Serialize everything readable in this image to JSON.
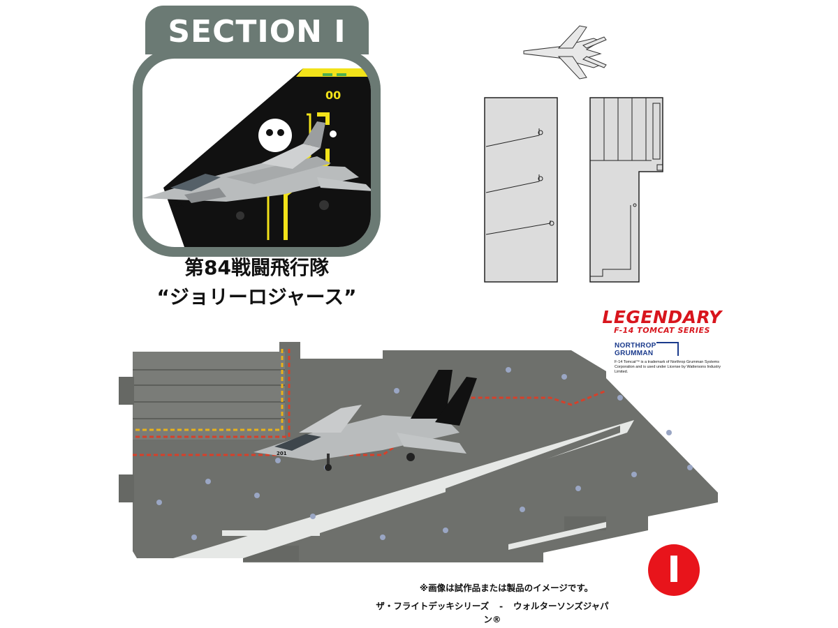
{
  "section": {
    "title": "SECTION I",
    "letter": "I"
  },
  "squadron": {
    "name": "第84戦闘飛行隊",
    "nickname": "“ジョリーロジャース”"
  },
  "aircraft": {
    "nose_number": "201",
    "tail_code": "00"
  },
  "logos": {
    "legendary_title": "LEGENDARY",
    "legendary_subtitle": "F-14 TOMCAT SERIES",
    "ng_line1": "NORTHROP",
    "ng_line2": "GRUMMAN",
    "ng_trademark": "F-14 Tomcat™ is a trademark of Northrop Grumman Systems Corporation and is used under License by Wattersons Industry Limited."
  },
  "captions": {
    "disclaimer": "※画像は試作品または製品のイメージです。",
    "series": "ザ・フライトデッキシリーズ",
    "separator": "-",
    "brand": "ウォルターソンズジャパン®"
  },
  "colors": {
    "badge_gray": "#6b7a74",
    "tail_black": "#111111",
    "tail_yellow": "#f2e21a",
    "deck_gray": "#6e706c",
    "deck_line": "#e6e8e6",
    "brand_red": "#d8151d",
    "ng_blue": "#1a3a8c",
    "section_badge_red": "#e8141b"
  }
}
